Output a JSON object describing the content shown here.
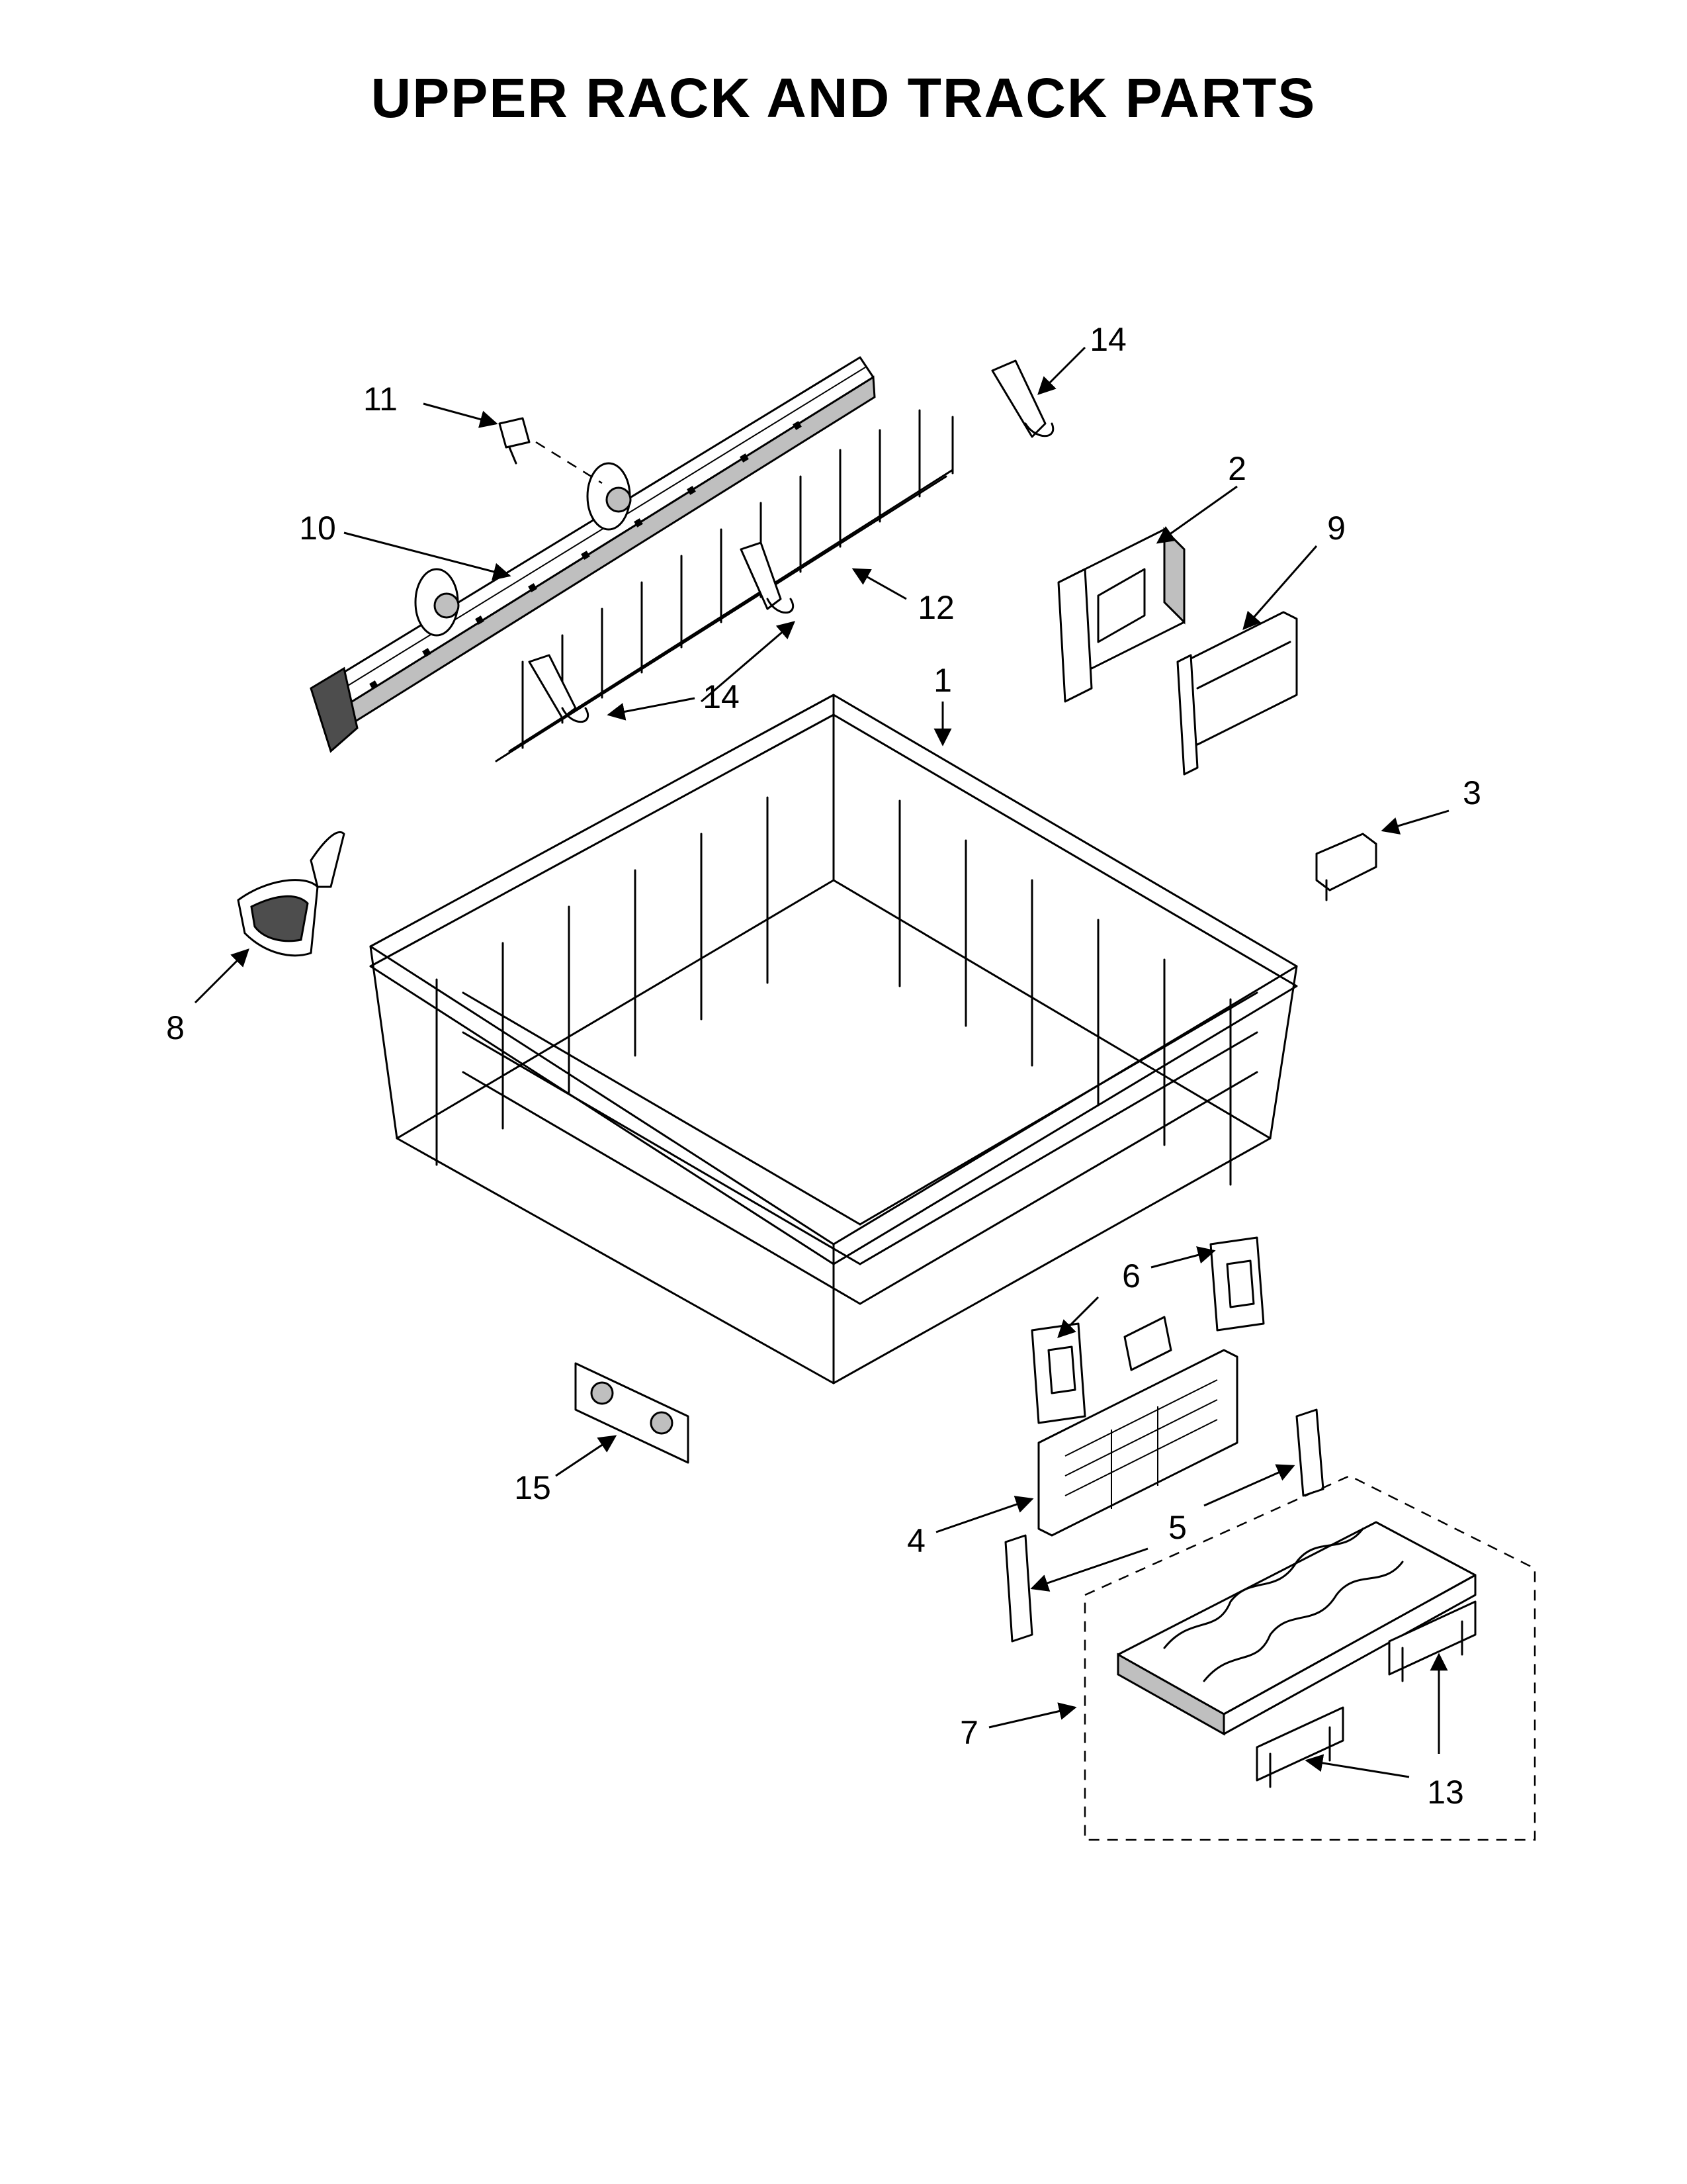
{
  "title": "UPPER RACK AND TRACK PARTS",
  "callouts": {
    "rack": "1",
    "wall_bracket": "2",
    "small_clip": "3",
    "divider_panel": "4",
    "stop_left": "5",
    "stop_right": "5",
    "hinge_left": "6",
    "hinge_right": "6",
    "cup_shelf": "7",
    "adjuster_handle": "8",
    "bracket_cover": "9",
    "track_rail": "10",
    "screw": "11",
    "tine_row": "12",
    "shelf_clip_left": "13",
    "shelf_clip_right": "13",
    "clip_top": "14",
    "clip_mid": "14",
    "clip_low": "14",
    "wheel_bracket": "15"
  }
}
